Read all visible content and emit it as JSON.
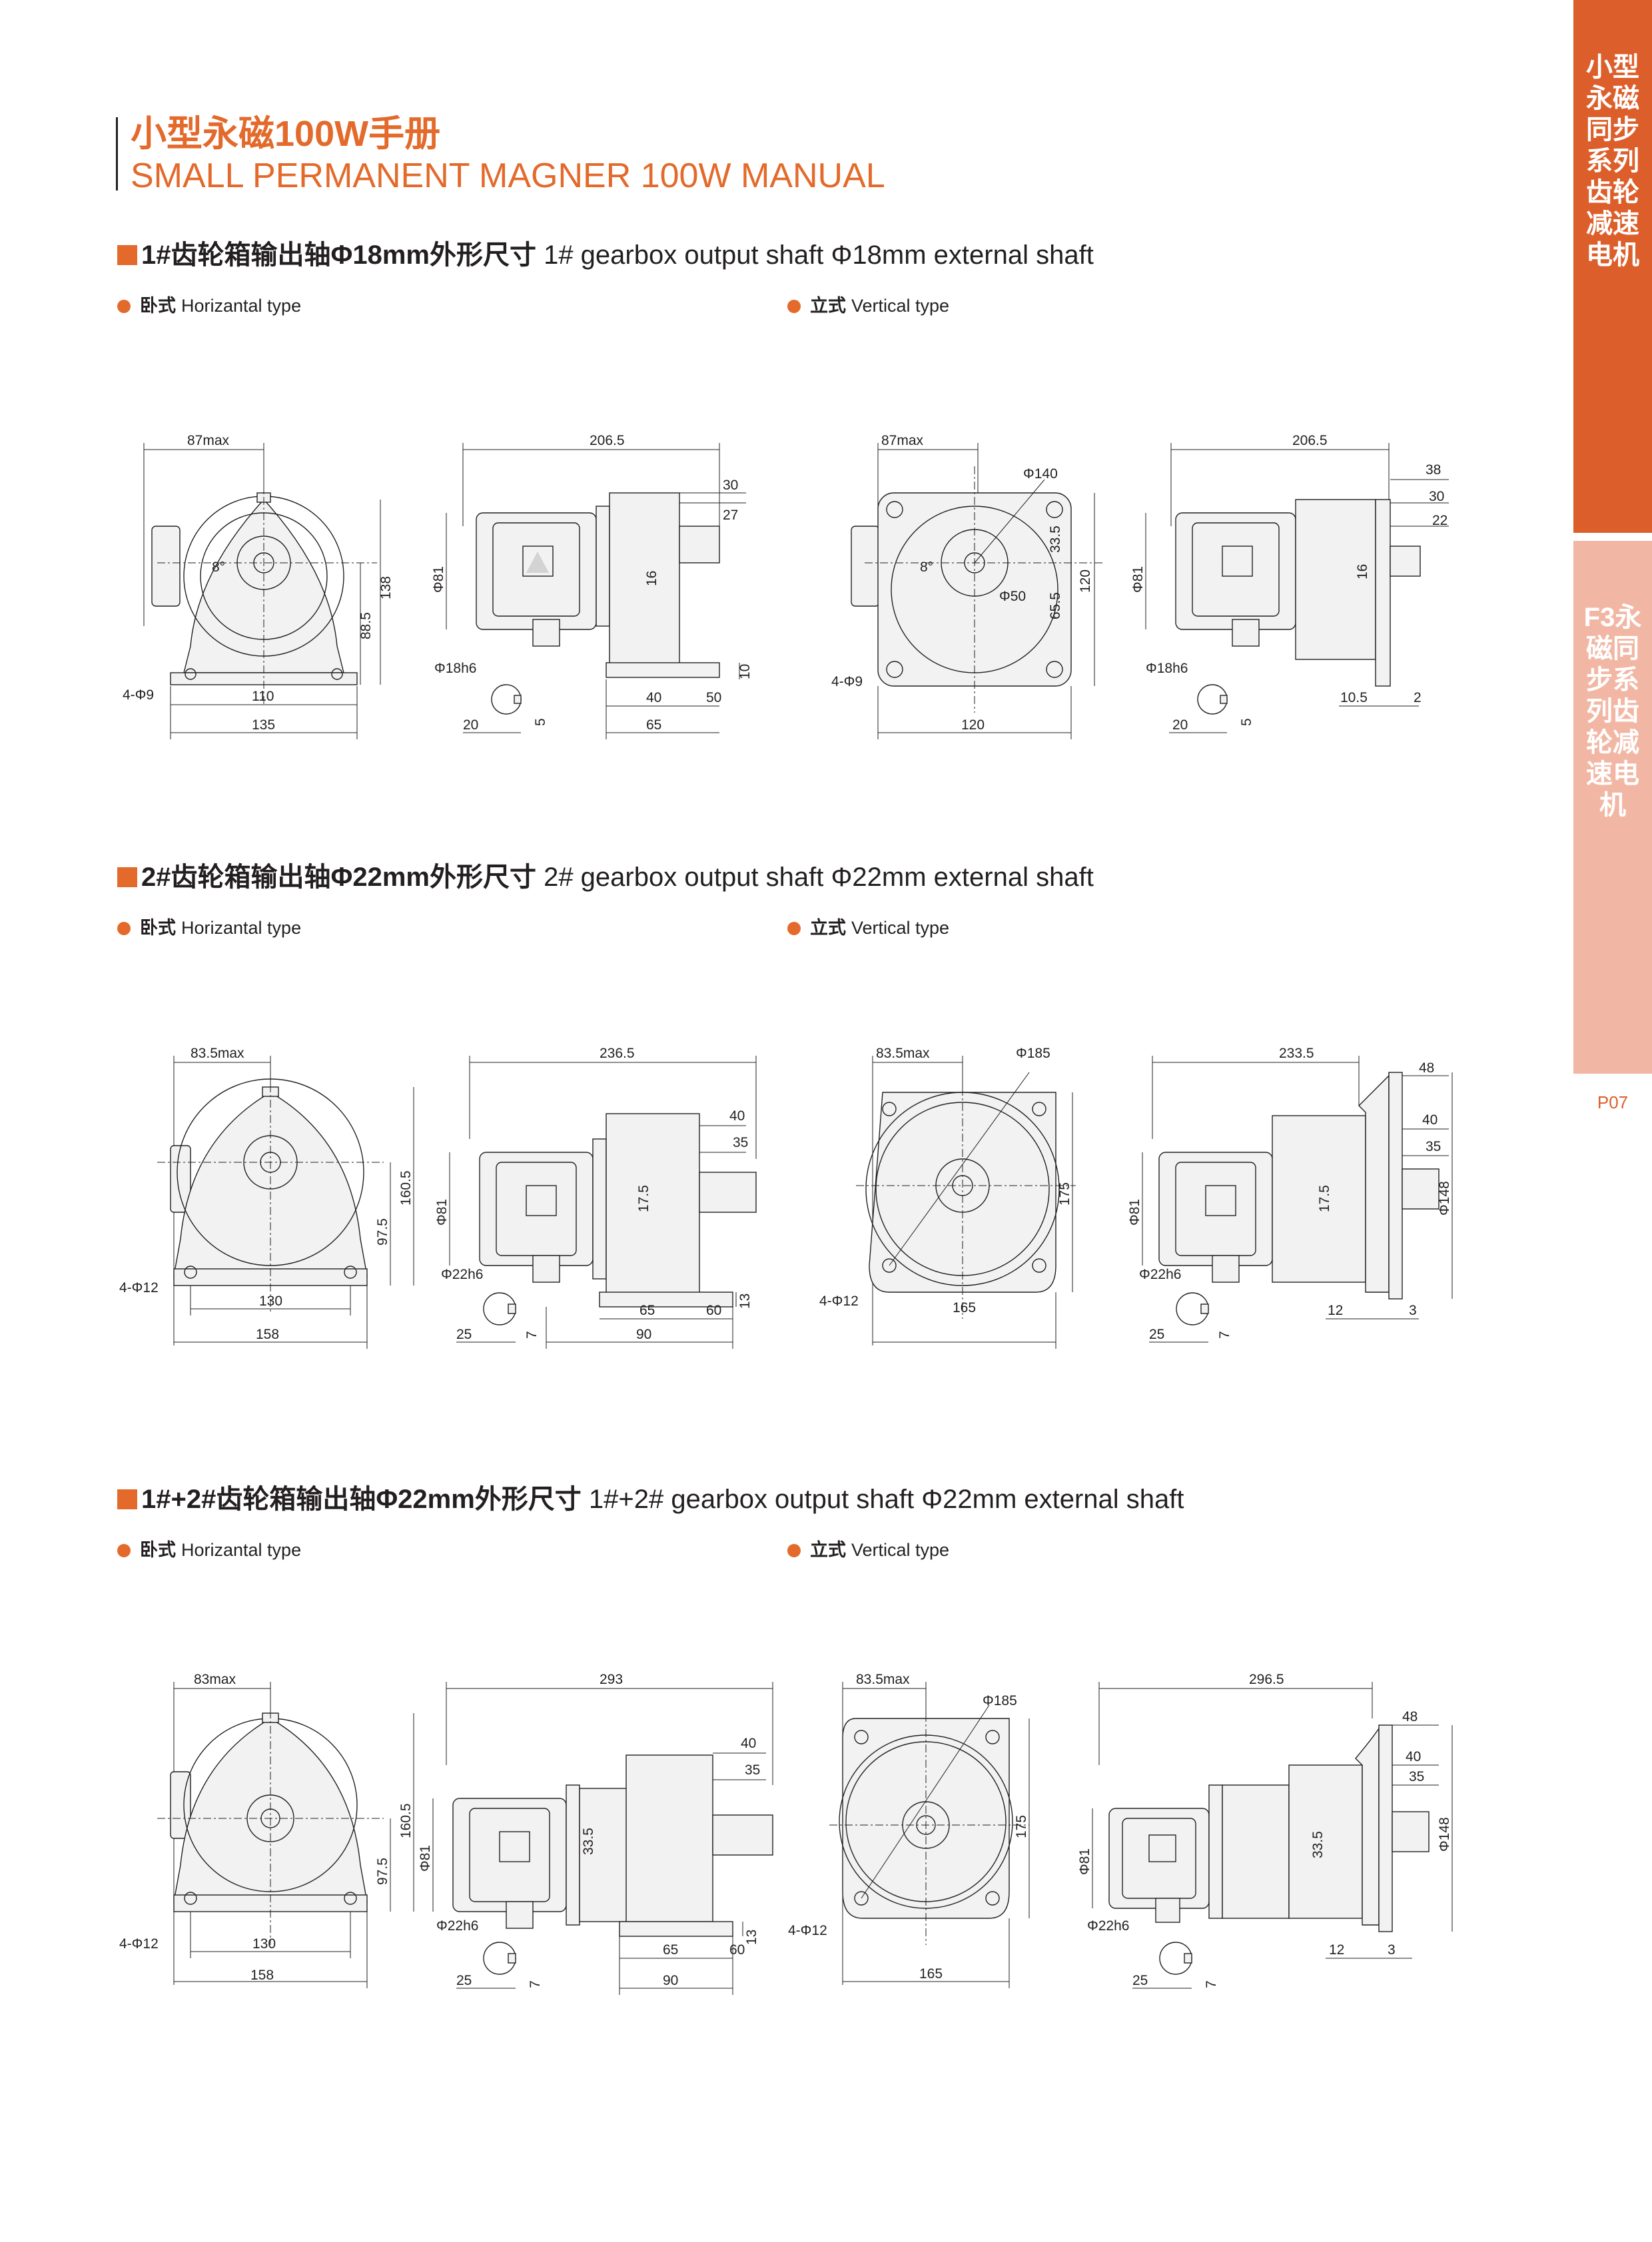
{
  "header": {
    "title_cn": "小型永磁100W手册",
    "title_en": "SMALL PERMANENT MAGNER 100W MANUAL"
  },
  "side_tabs": {
    "top": "小型永磁同步系列齿轮减速电机",
    "bottom": "F3永磁同步系列齿轮减速电机",
    "page": "P07"
  },
  "colors": {
    "accent": "#e36a2b",
    "tab_dark": "#dc5f2b",
    "tab_light": "#f2b7a4"
  },
  "sections": [
    {
      "title_cn": "1#齿轮箱输出轴Φ18mm外形尺寸",
      "title_en": "1# gearbox output shaft Φ18mm external shaft",
      "horizontal": {
        "label_cn": "卧式",
        "label_en": "Horizantal type",
        "front": {
          "d_top": "87max",
          "d_base_inner": "110",
          "d_base_outer": "135",
          "d_height": "138",
          "d_center": "88.5",
          "d_holes": "4-Φ9",
          "d_angle": "8°"
        },
        "side": {
          "d_length": "206.5",
          "d_shaft_a": "30",
          "d_shaft_b": "27",
          "d_motor_dia": "Φ81",
          "d_shaft_h": "16",
          "d_foot_h": "10",
          "d_foot_a": "40",
          "d_foot_b": "50",
          "d_foot_c": "65",
          "d_key_dia": "Φ18h6",
          "d_key_a": "20",
          "d_key_b": "5"
        }
      },
      "vertical": {
        "label_cn": "立式",
        "label_en": "Vertical type",
        "front": {
          "d_top": "87max",
          "d_pcd": "Φ140",
          "d_pilot": "Φ50",
          "d_a": "33.5",
          "d_b": "65.5",
          "d_height": "120",
          "d_width": "120",
          "d_holes": "4-Φ9",
          "d_angle": "8°"
        },
        "side": {
          "d_length": "206.5",
          "d_a": "38",
          "d_b": "30",
          "d_c": "22",
          "d_motor_dia": "Φ81",
          "d_shaft_h": "16",
          "d_flange_a": "10.5",
          "d_flange_b": "2",
          "d_key_dia": "Φ18h6",
          "d_key_a": "20",
          "d_key_b": "5"
        }
      }
    },
    {
      "title_cn": "2#齿轮箱输出轴Φ22mm外形尺寸",
      "title_en": "2# gearbox output shaft Φ22mm external shaft",
      "horizontal": {
        "label_cn": "卧式",
        "label_en": "Horizantal type",
        "front": {
          "d_top": "83.5max",
          "d_base_inner": "130",
          "d_base_outer": "158",
          "d_height": "160.5",
          "d_center": "97.5",
          "d_holes": "4-Φ12"
        },
        "side": {
          "d_length": "236.5",
          "d_shaft_a": "40",
          "d_shaft_b": "35",
          "d_motor_dia": "Φ81",
          "d_shaft_h": "17.5",
          "d_foot_h": "13",
          "d_foot_a": "65",
          "d_foot_b": "60",
          "d_foot_c": "90",
          "d_key_dia": "Φ22h6",
          "d_key_a": "25",
          "d_key_b": "7"
        }
      },
      "vertical": {
        "label_cn": "立式",
        "label_en": "Vertical type",
        "front": {
          "d_top": "83.5max",
          "d_pcd": "Φ185",
          "d_height": "175",
          "d_width": "165",
          "d_holes": "4-Φ12"
        },
        "side": {
          "d_length": "233.5",
          "d_a": "48",
          "d_b": "40",
          "d_c": "35",
          "d_motor_dia": "Φ81",
          "d_shaft_h": "17.5",
          "d_pilot": "Φ148",
          "d_flange_a": "12",
          "d_flange_b": "3",
          "d_key_dia": "Φ22h6",
          "d_key_a": "25",
          "d_key_b": "7"
        }
      }
    },
    {
      "title_cn": "1#+2#齿轮箱输出轴Φ22mm外形尺寸",
      "title_en": "1#+2# gearbox output shaft Φ22mm external shaft",
      "horizontal": {
        "label_cn": "卧式",
        "label_en": "Horizantal type",
        "front": {
          "d_top": "83max",
          "d_base_inner": "130",
          "d_base_outer": "158",
          "d_height": "160.5",
          "d_center": "97.5",
          "d_holes": "4-Φ12"
        },
        "side": {
          "d_length": "293",
          "d_shaft_a": "40",
          "d_shaft_b": "35",
          "d_motor_dia": "Φ81",
          "d_shaft_h": "33.5",
          "d_foot_h": "13",
          "d_foot_a": "65",
          "d_foot_b": "60",
          "d_foot_c": "90",
          "d_key_dia": "Φ22h6",
          "d_key_a": "25",
          "d_key_b": "7"
        }
      },
      "vertical": {
        "label_cn": "立式",
        "label_en": "Vertical type",
        "front": {
          "d_top": "83.5max",
          "d_pcd": "Φ185",
          "d_height": "175",
          "d_width": "165",
          "d_holes": "4-Φ12"
        },
        "side": {
          "d_length": "296.5",
          "d_a": "48",
          "d_b": "40",
          "d_c": "35",
          "d_motor_dia": "Φ81",
          "d_shaft_h": "33.5",
          "d_pilot": "Φ148",
          "d_flange_a": "12",
          "d_flange_b": "3",
          "d_key_dia": "Φ22h6",
          "d_key_a": "25",
          "d_key_b": "7"
        }
      }
    }
  ]
}
